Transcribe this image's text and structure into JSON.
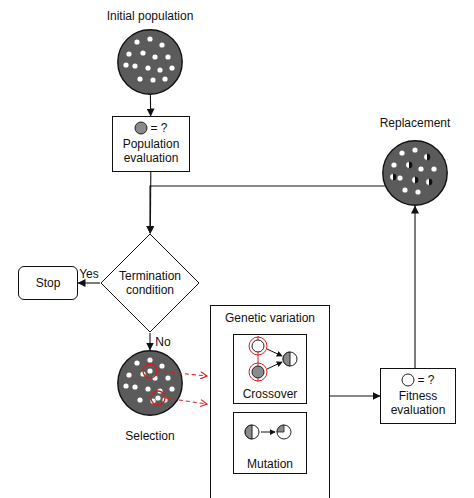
{
  "diagram": {
    "nodes": [
      {
        "text": [
          "Initial population"
        ]
      },
      {
        "text": [
          "= ?",
          "Population evaluation"
        ]
      },
      {
        "text": [
          "Termination condition"
        ]
      },
      {
        "text": [
          "Stop"
        ]
      },
      {
        "text": [
          "Selection"
        ]
      },
      {
        "text": [
          "Genetic variation"
        ]
      },
      {
        "text": [
          "Crossover"
        ],
        "in": 5
      },
      {
        "text": [
          "Mutation"
        ],
        "in": 5
      },
      {
        "text": [
          "= ?",
          "Fitness evaluation"
        ]
      },
      {
        "text": [
          "Replacement"
        ]
      }
    ],
    "edges": [
      {
        "from": 0,
        "to": 1,
        "arrow": "to"
      },
      {
        "from": 1,
        "to": 2,
        "arrow": "to"
      },
      {
        "from": 2,
        "to": 3,
        "label": "Yes",
        "arrow": "to"
      },
      {
        "from": 2,
        "to": 4,
        "label": "No",
        "arrow": "to"
      },
      {
        "from": 5,
        "to": 8,
        "arrow": "to"
      },
      {
        "from": 8,
        "to": 9,
        "arrow": "to"
      },
      {
        "from": 9,
        "to": 2,
        "arrow": "to"
      },
      {
        "from": 4,
        "to": 5,
        "arrow": "to"
      },
      {
        "from": 4,
        "to": 5,
        "arrow": "to"
      }
    ]
  }
}
